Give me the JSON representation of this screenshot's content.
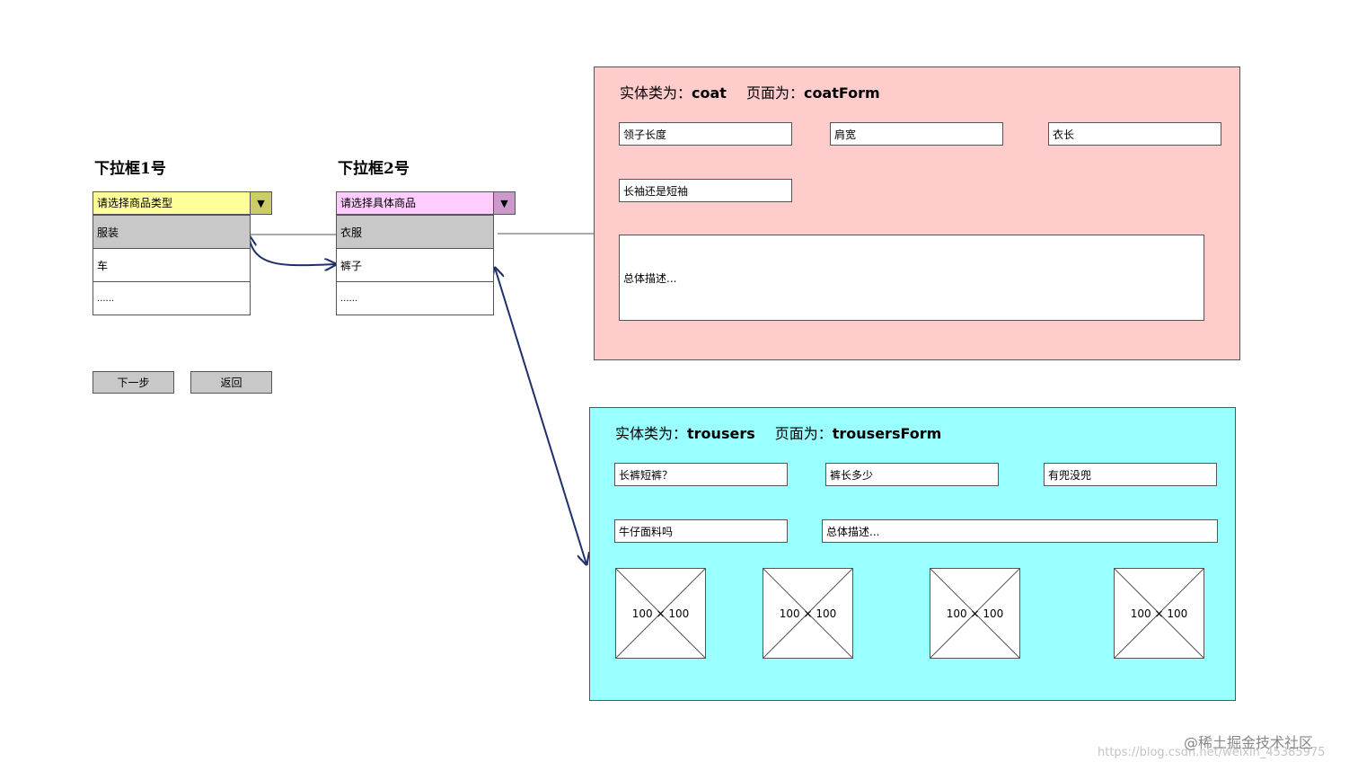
{
  "dropdown1": {
    "heading": "下拉框1号",
    "placeholder": "请选择商品类型",
    "arrow": "▼",
    "options": [
      "服装",
      "车",
      "......"
    ],
    "bg": "#ffff99",
    "arrow_bg": "#cccc66"
  },
  "dropdown2": {
    "heading": "下拉框2号",
    "placeholder": "请选择具体商品",
    "arrow": "▼",
    "options": [
      "衣服",
      "裤子",
      "......"
    ],
    "bg": "#ffccff",
    "arrow_bg": "#cc99cc"
  },
  "buttons": {
    "next": "下一步",
    "back": "返回"
  },
  "coat_panel": {
    "title_prefix": "实体类为：",
    "entity": "coat",
    "title_mid": "页面为：",
    "form": "coatForm",
    "fields": [
      "领子长度",
      "肩宽",
      "衣长",
      "长袖还是短袖"
    ],
    "description": "总体描述...",
    "bg": "#ffcccc"
  },
  "trousers_panel": {
    "title_prefix": "实体类为：",
    "entity": "trousers",
    "title_mid": "页面为：",
    "form": "trousersForm",
    "fields": [
      "长裤短裤？",
      "裤长多少",
      "有兜没兜",
      "牛仔面料吗"
    ],
    "description": "总体描述...",
    "images": [
      "100 × 100",
      "100 × 100",
      "100 × 100",
      "100 × 100"
    ],
    "bg": "#99ffff"
  },
  "watermark": {
    "brand": "@稀土掘金技术社区",
    "url": "https://blog.csdn.net/weixin_45385975"
  }
}
